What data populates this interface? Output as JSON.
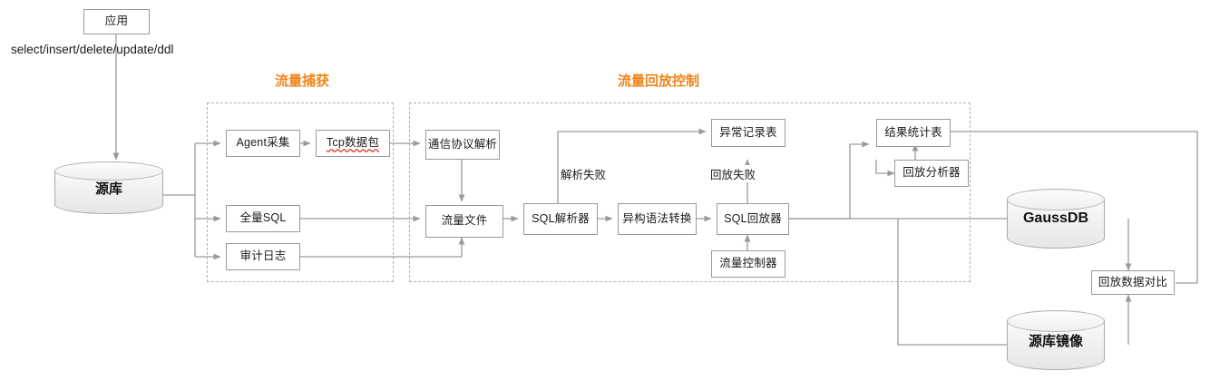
{
  "diagram": {
    "title_app": "应用",
    "query_types_label": "select/insert/delete/update/ddl",
    "zones": [
      {
        "id": "capture",
        "label": "流量捕获"
      },
      {
        "id": "replay_control",
        "label": "流量回放控制"
      }
    ],
    "databases": [
      {
        "id": "source_db",
        "label": "源库"
      },
      {
        "id": "gaussdb",
        "label": "GaussDB"
      },
      {
        "id": "source_db_mirror",
        "label": "源库镜像"
      }
    ],
    "nodes": [
      {
        "id": "agent_collect",
        "label": "Agent采集"
      },
      {
        "id": "tcp_packet",
        "label": "Tcp数据包"
      },
      {
        "id": "full_sql",
        "label": "全量SQL"
      },
      {
        "id": "audit_log",
        "label": "审计日志"
      },
      {
        "id": "protocol_parse",
        "label": "通信协议解析"
      },
      {
        "id": "traffic_file",
        "label": "流量文件"
      },
      {
        "id": "sql_parser",
        "label": "SQL解析器"
      },
      {
        "id": "syntax_convert",
        "label": "异构语法转换"
      },
      {
        "id": "sql_replayer",
        "label": "SQL回放器"
      },
      {
        "id": "traffic_controller",
        "label": "流量控制器"
      },
      {
        "id": "exception_record",
        "label": "异常记录表"
      },
      {
        "id": "result_stats",
        "label": "结果统计表"
      },
      {
        "id": "replay_analyzer",
        "label": "回放分析器"
      },
      {
        "id": "replay_data_compare",
        "label": "回放数据对比"
      }
    ],
    "edge_labels": [
      {
        "id": "parse_fail",
        "label": "解析失败"
      },
      {
        "id": "replay_fail",
        "label": "回放失败"
      }
    ],
    "colors": {
      "accent_orange": "#F08519",
      "line_gray": "#9a9a9a",
      "box_border": "#9a9a9a",
      "spellcheck_red": "#e03020"
    }
  }
}
